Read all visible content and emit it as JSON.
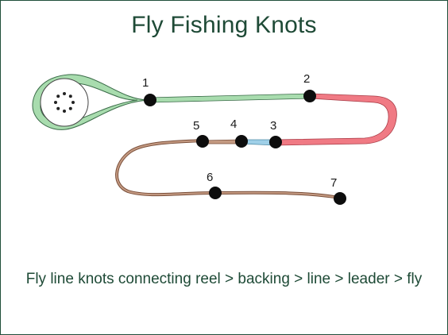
{
  "title": "Fly Fishing Knots",
  "caption": "Fly line knots connecting reel > backing > line > leader > fly",
  "knots": [
    {
      "label": "1"
    },
    {
      "label": "2"
    },
    {
      "label": "3"
    },
    {
      "label": "4"
    },
    {
      "label": "5"
    },
    {
      "label": "6"
    },
    {
      "label": "7"
    }
  ],
  "colors": {
    "backing": "#a8dcae",
    "fly_line": "#f07a84",
    "leader": "#9fd0e8",
    "tippet": "#c49a82",
    "knot": "#0d0d0d",
    "text": "#1e4a36"
  }
}
